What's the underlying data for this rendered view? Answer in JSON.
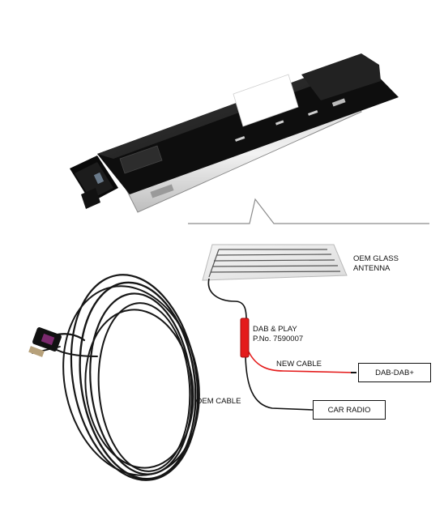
{
  "labels": {
    "antenna": [
      "OEM GLASS",
      "ANTENNA"
    ],
    "module": [
      "DAB & PLAY",
      "P.No. 7590007"
    ],
    "new_cable": "NEW CABLE",
    "oem_cable": "OEM CABLE"
  },
  "boxes": {
    "dab": "DAB-DAB+",
    "car_radio": "CAR RADIO"
  },
  "colors": {
    "red_cable": "#e41b1b",
    "black_cable": "#111111",
    "module_body": "#1a1a1a"
  }
}
